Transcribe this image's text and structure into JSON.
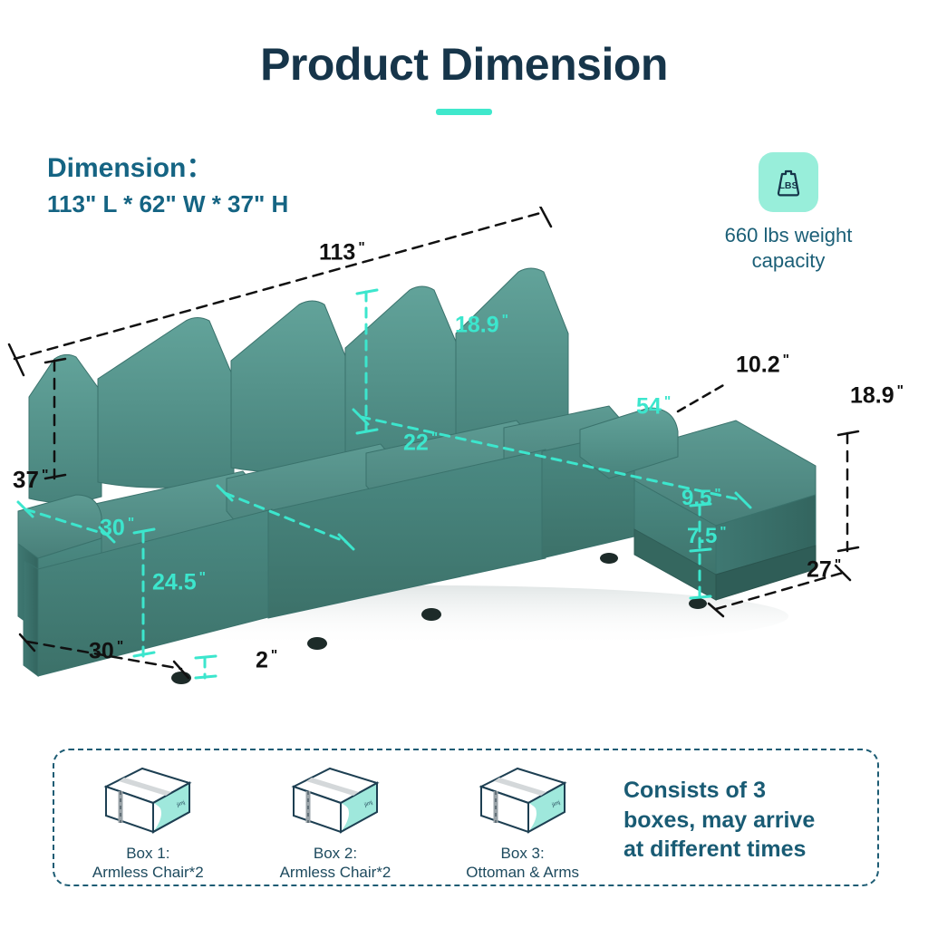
{
  "header": {
    "title": "Product Dimension",
    "accent_color": "#40e8cc"
  },
  "dimension": {
    "heading": "Dimension：",
    "value": "113\" L * 62\" W * 37\" H",
    "text_color": "#156483"
  },
  "weight": {
    "icon_name": "lbs-weight-icon",
    "icon_label": "LBS",
    "caption_line1": "660 lbs weight",
    "caption_line2": "capacity",
    "badge_color": "#98eeda"
  },
  "product": {
    "name": "L-shaped modular sectional sofa with chaise",
    "fabric_color": "#4f8c86",
    "leg_color": "#23312f"
  },
  "measurements": {
    "overall_length": {
      "value": "113",
      "unit": "\"",
      "color": "black"
    },
    "overall_height": {
      "value": "37",
      "unit": "\"",
      "color": "black"
    },
    "backrest_height": {
      "value": "18.9",
      "unit": "\"",
      "color": "cyan"
    },
    "seat_depth": {
      "value": "22",
      "unit": "\"",
      "color": "cyan"
    },
    "arm_width": {
      "value": "10.2",
      "unit": "\"",
      "color": "black"
    },
    "chaise_length": {
      "value": "54",
      "unit": "\"",
      "color": "cyan"
    },
    "chaise_arm_height": {
      "value": "18.9",
      "unit": "\"",
      "color": "black"
    },
    "cushion_thickness": {
      "value": "9.5",
      "unit": "\"",
      "color": "cyan"
    },
    "base_height": {
      "value": "7.5",
      "unit": "\"",
      "color": "cyan"
    },
    "chaise_depth": {
      "value": "27",
      "unit": "\"",
      "color": "black"
    },
    "arm_height": {
      "value": "30",
      "unit": "\"",
      "color": "cyan"
    },
    "seat_height": {
      "value": "24.5",
      "unit": "\"",
      "color": "cyan"
    },
    "sofa_depth": {
      "value": "30",
      "unit": "\"",
      "color": "black"
    },
    "leg_height": {
      "value": "2",
      "unit": "\"",
      "color": "black"
    }
  },
  "packaging": {
    "boxes": [
      {
        "icon_name": "shipping-box-icon",
        "line1": "Box 1:",
        "line2": "Armless Chair*2"
      },
      {
        "icon_name": "shipping-box-icon",
        "line1": "Box 2:",
        "line2": "Armless Chair*2"
      },
      {
        "icon_name": "shipping-box-icon",
        "line1": "Box 3:",
        "line2": "Ottoman & Arms"
      }
    ],
    "note_line1": "Consists of 3",
    "note_line2": "boxes, may arrive",
    "note_line3": "at different times"
  }
}
